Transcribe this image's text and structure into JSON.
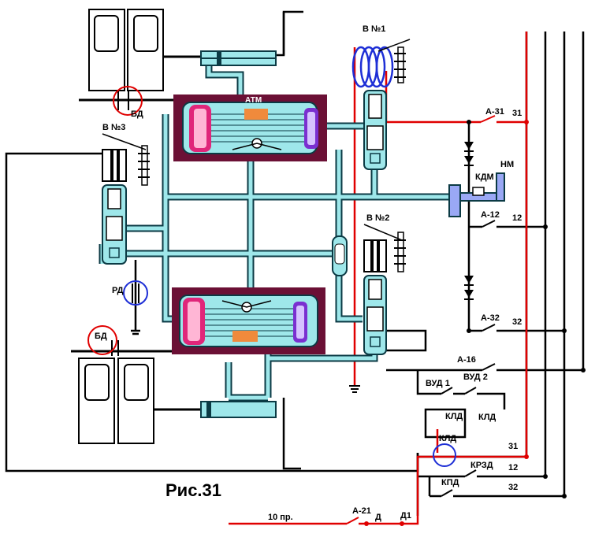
{
  "labels": {
    "valve1": "В №1",
    "valve2": "В №2",
    "valve3": "В №3",
    "atm": "АТМ",
    "bd_top": "БД",
    "bd_bottom": "БД",
    "rd": "РД",
    "kdm": "КДМ",
    "nm": "НМ",
    "a31": "А-31",
    "a12": "А-12",
    "a32": "А-32",
    "a16": "А-16",
    "a21": "А-21",
    "vud1": "ВУД 1",
    "vud2": "ВУД 2",
    "kld1": "КЛД",
    "kld2": "КЛД",
    "kld3": "КЛД",
    "krzd": "КРЗД",
    "kpd": "КПД",
    "n31a": "31",
    "n12a": "12",
    "n32a": "32",
    "n31b": "31",
    "n12b": "12",
    "n32b": "32",
    "pr10": "10 пр.",
    "d": "Д",
    "d1": "Д1",
    "caption": "Рис.31"
  },
  "colors": {
    "air": "#9ee7ea",
    "pipe_outline": "#0b3a44",
    "cylinder_body": "#6b1035",
    "piston_pink": "#e0267a",
    "piston_purple": "#7a2fd0",
    "valve_coil": "#1e2fd6",
    "wire_live": "#e00000",
    "wire": "#000000",
    "orange_part": "#f08a3c",
    "circle_mark_red": "#e00000",
    "circle_mark_blue": "#1e2fd6"
  }
}
